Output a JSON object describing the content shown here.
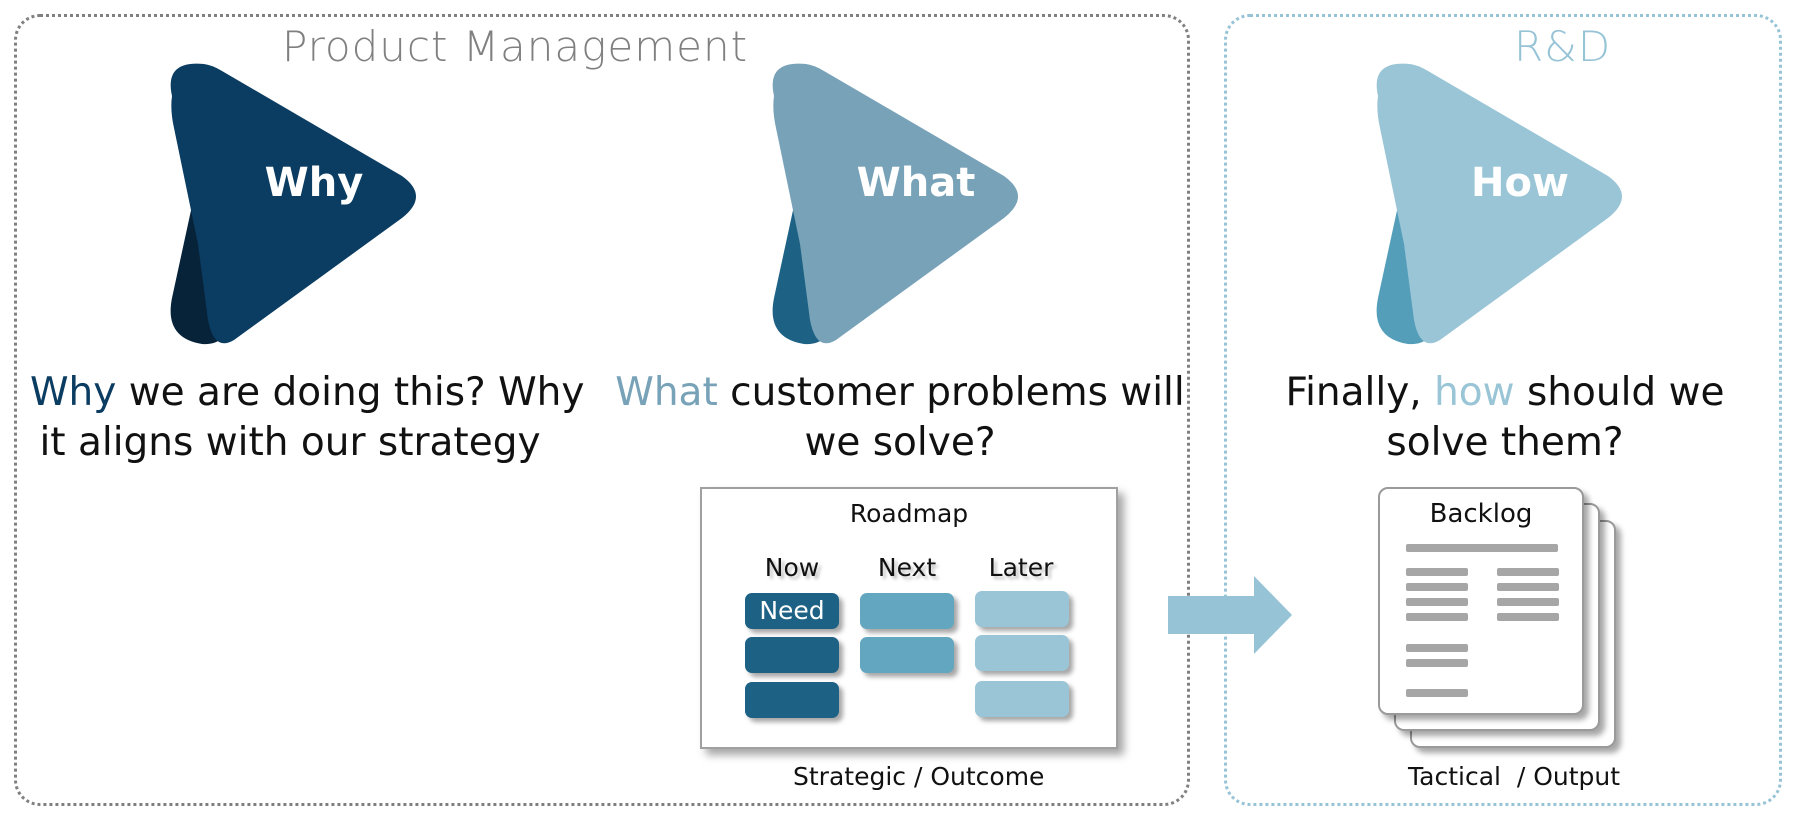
{
  "sections": {
    "product_management": {
      "title": "Product Management",
      "border_color": "#808080"
    },
    "rd": {
      "title": "R&D",
      "border_color": "#96c3d6"
    }
  },
  "shapes": [
    {
      "label": "Why",
      "main_color": "#0b3c61",
      "fold_color": "#07233a"
    },
    {
      "label": "What",
      "main_color": "#78a2b8",
      "fold_color": "#1d6285"
    },
    {
      "label": "How",
      "main_color": "#99c5d6",
      "fold_color": "#549eba"
    }
  ],
  "descriptions": {
    "why": {
      "highlight": "Why",
      "line1_rest": " we are doing this? Why",
      "line2": "it aligns with our strategy"
    },
    "what": {
      "highlight": "What",
      "line1_rest": " customer problems will",
      "line2": "we solve?"
    },
    "how": {
      "prefix": "Finally, ",
      "highlight": "how",
      "line1_rest": " should we",
      "line2": "solve them?"
    }
  },
  "roadmap": {
    "title": "Roadmap",
    "columns": [
      {
        "label": "Now",
        "color": "#1d6285",
        "cards": [
          "Need",
          "",
          ""
        ]
      },
      {
        "label": "Next",
        "color": "#62a6bf",
        "cards": [
          "",
          ""
        ]
      },
      {
        "label": "Later",
        "color": "#99c5d6",
        "cards": [
          "",
          "",
          ""
        ]
      }
    ],
    "caption": "Strategic / Outcome"
  },
  "arrow": {
    "color": "#96c3d6"
  },
  "backlog": {
    "title": "Backlog",
    "caption": "Tactical  / Output"
  }
}
